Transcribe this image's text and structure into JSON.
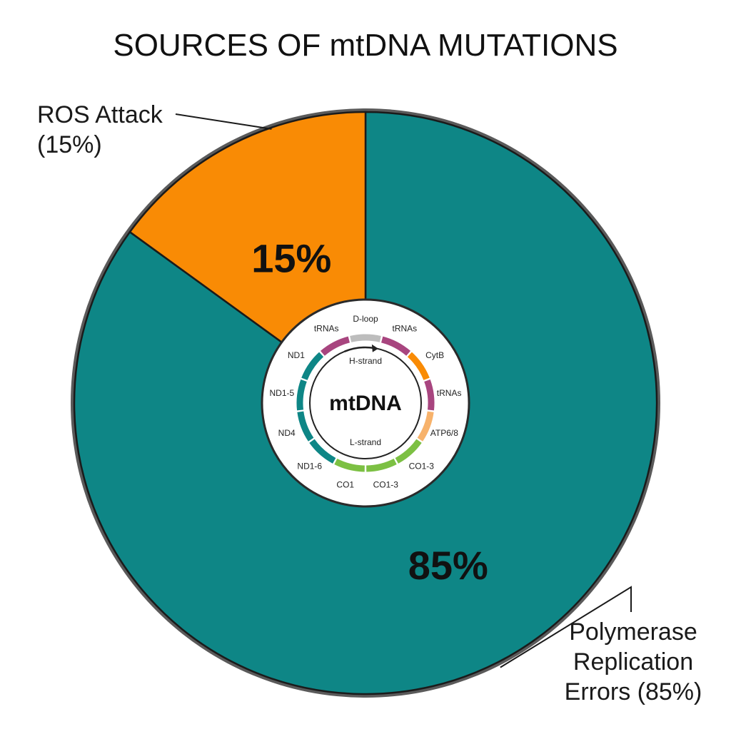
{
  "chart_data": {
    "type": "pie",
    "title": "SOURCES OF mtDNA MUTATIONS",
    "slices": [
      {
        "label_lines": [
          "Polymerase",
          "Replication",
          "Errors (85%)"
        ],
        "pct_label": "85%",
        "value": 85,
        "color": "#0e8686"
      },
      {
        "label_lines": [
          "ROS Attack",
          "(15%)"
        ],
        "pct_label": "15%",
        "value": 15,
        "color": "#f98b05"
      }
    ]
  },
  "mtdna_map": {
    "center_label": "mtDNA",
    "h_strand": "H-strand",
    "l_strand": "L-strand",
    "genes": [
      {
        "label": "D-loop",
        "color": "#bdbdbd"
      },
      {
        "label": "tRNAs",
        "color": "#a8457f"
      },
      {
        "label": "CytB",
        "color": "#f98b05"
      },
      {
        "label": "tRNAs",
        "color": "#a8457f"
      },
      {
        "label": "ATP6/8",
        "color": "#f7b26b"
      },
      {
        "label": "CO1-3",
        "color": "#7cc043"
      },
      {
        "label": "CO1-3",
        "color": "#7cc043"
      },
      {
        "label": "CO1",
        "color": "#7cc043"
      },
      {
        "label": "ND1-6",
        "color": "#0e8686"
      },
      {
        "label": "ND4",
        "color": "#0e8686"
      },
      {
        "label": "ND1-5",
        "color": "#0e8686"
      },
      {
        "label": "ND1",
        "color": "#0e8686"
      },
      {
        "label": "tRNAs",
        "color": "#a8457f"
      }
    ]
  }
}
